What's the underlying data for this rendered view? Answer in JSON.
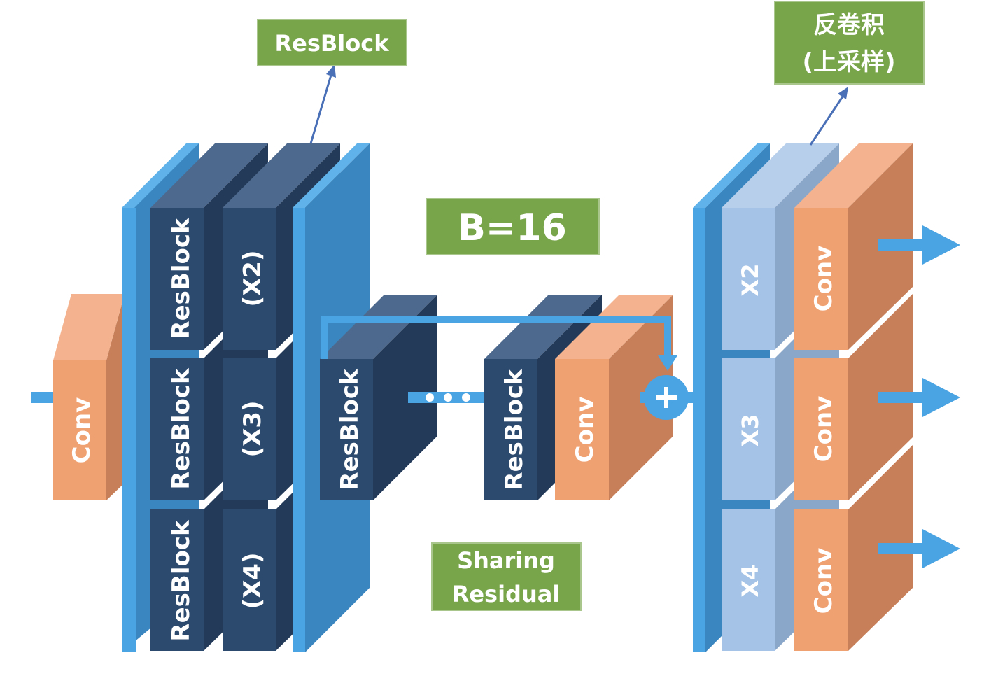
{
  "labels": {
    "resblock_callout": "ResBlock",
    "deconv_line1": "反卷积",
    "deconv_line2": "(上采样)",
    "b16": "B=16",
    "sharing_line1": "Sharing",
    "sharing_line2": "Residual"
  },
  "blocks": {
    "input_conv": "Conv",
    "resblock_x2": "ResBlock",
    "resblock_x3": "ResBlock",
    "resblock_x4": "ResBlock",
    "scale_x2": "(X2)",
    "scale_x3": "(X3)",
    "scale_x4": "(X4)",
    "mid_resblock_1": "ResBlock",
    "mid_resblock_2": "ResBlock",
    "mid_conv": "Conv",
    "up_x2": "X2",
    "up_x3": "X3",
    "up_x4": "X4",
    "out_conv_x2": "Conv",
    "out_conv_x3": "Conv",
    "out_conv_x4": "Conv"
  },
  "colors": {
    "light_blue_front": "#4aa3e2",
    "light_blue_side": "#3a86c0",
    "navy_front": "#2c4a6e",
    "navy_side": "#233a58",
    "navy_top": "#4d6a8e",
    "orange_front": "#f0a172",
    "orange_side": "#c77f59",
    "orange_top": "#f4b38e",
    "pale_blue_front": "#a5c3e6",
    "pale_blue_side": "#8aa6c8",
    "pale_blue_top": "#b8cfec",
    "green_label": "#78a44a",
    "arrow_blue": "#4aa3e2",
    "callout_line": "#4a70b8"
  }
}
